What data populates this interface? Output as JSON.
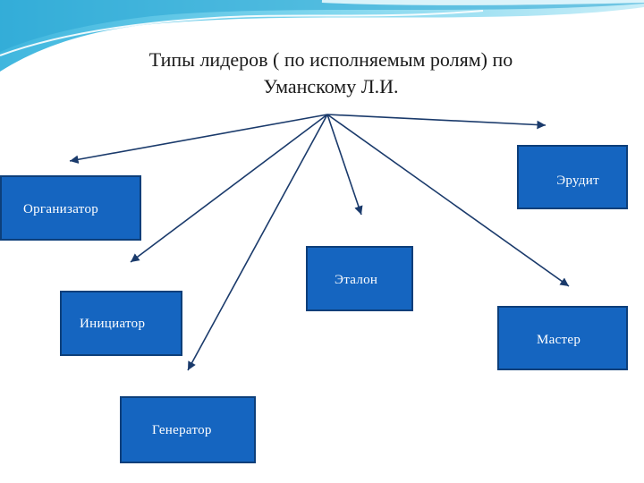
{
  "title": {
    "line1": "Типы лидеров ( по исполняемым ролям) по",
    "line2": "Уманскому Л.И."
  },
  "boxes": {
    "erudit": "Эрудит",
    "organizer": "Организатор",
    "etalon": "Эталон",
    "initiator": "Инициатор",
    "master": "Мастер",
    "generator": "Генератор"
  },
  "colors": {
    "box_fill": "#1565c0",
    "box_border": "#0d3f7a",
    "arrow": "#1a3a6b",
    "wave": "#5bc8e6"
  }
}
